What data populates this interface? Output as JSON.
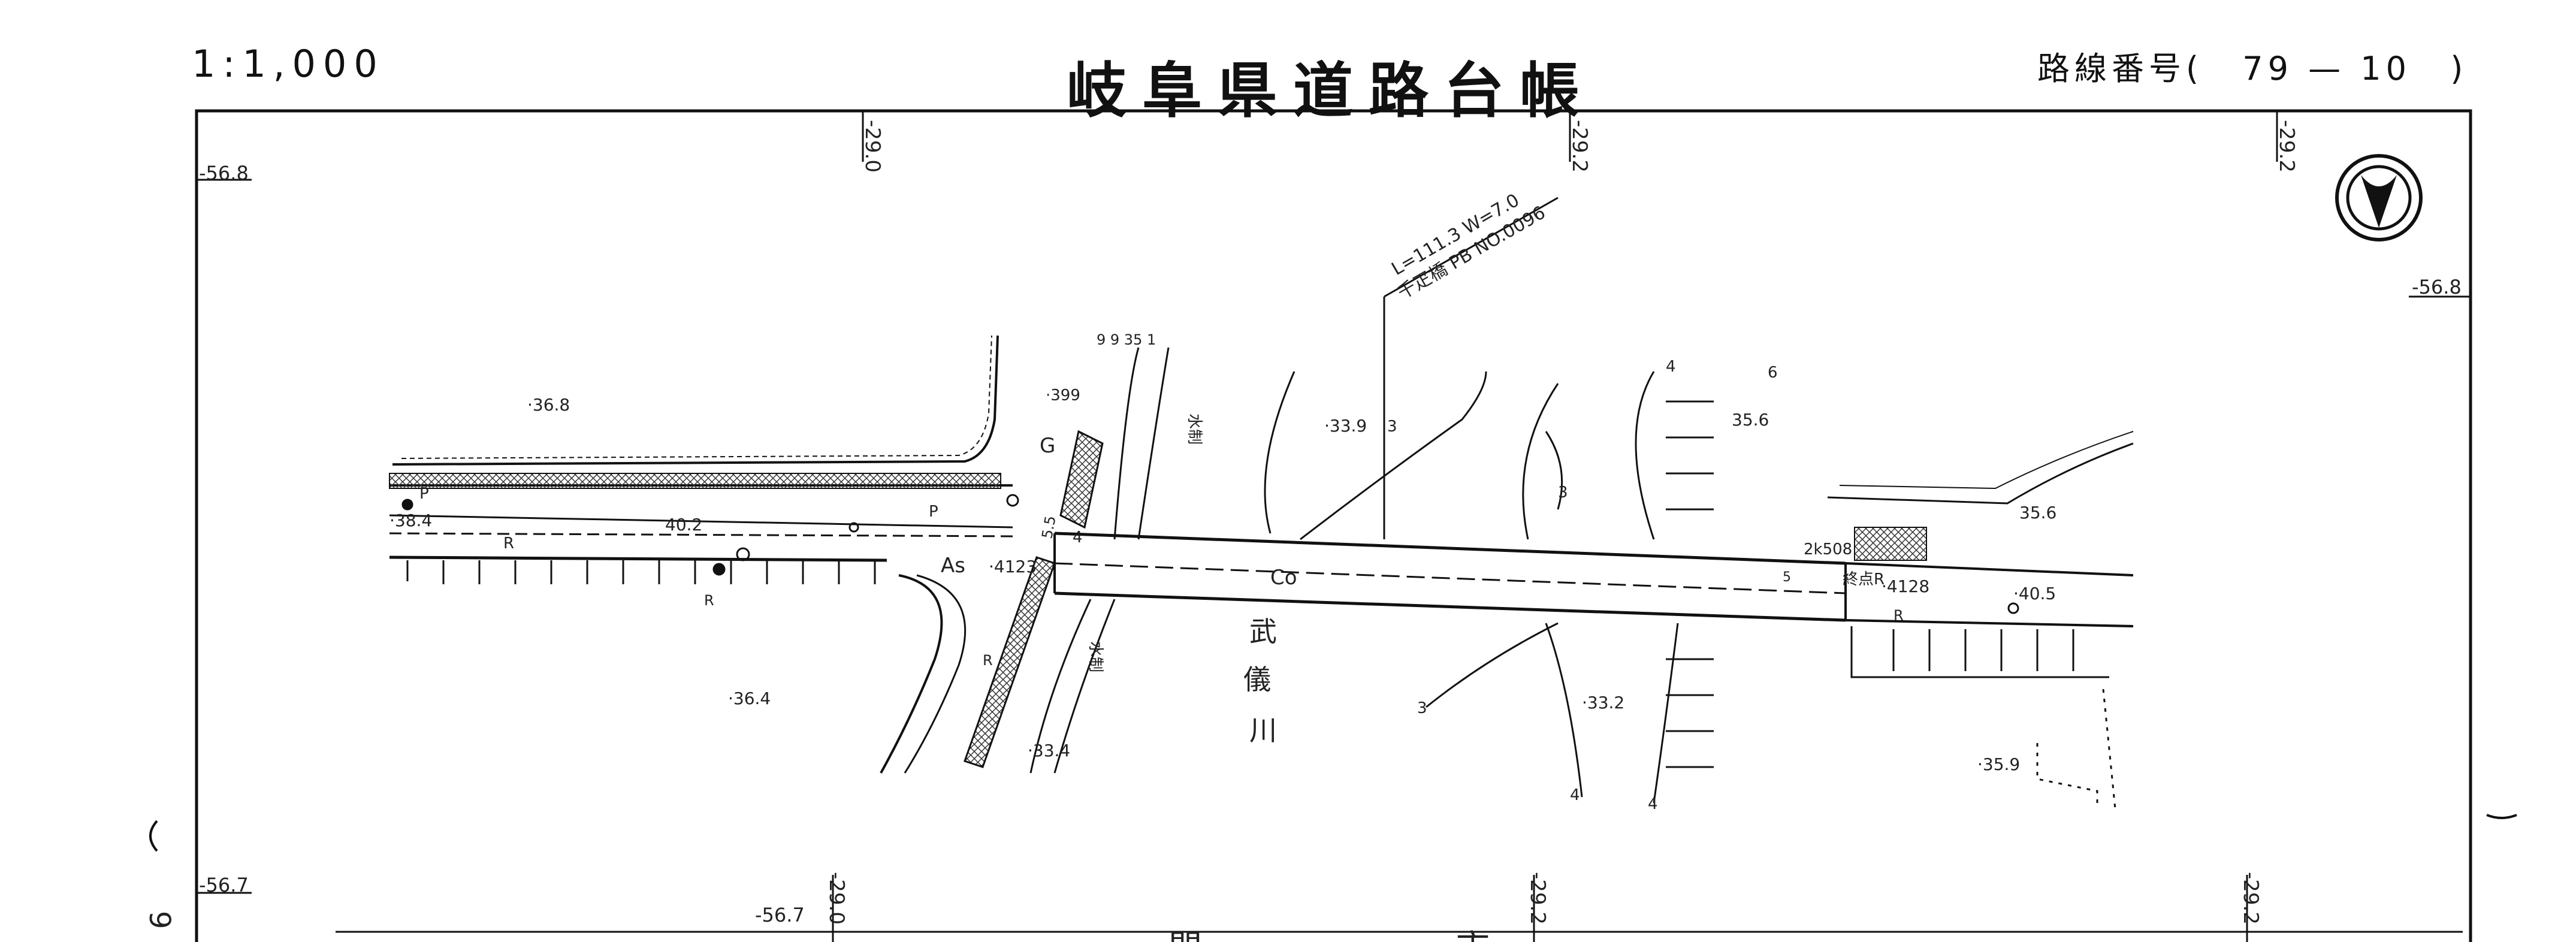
{
  "header": {
    "scale": "1:1,000",
    "title": "岐阜県道路台帳",
    "route_prefix": "路線番号(",
    "route_number": "79 — 10",
    "route_suffix": ")"
  },
  "map": {
    "grid_labels": {
      "x_top_left": "-29.0",
      "x_top_mid": "-29.2",
      "x_top_right": "-29.2",
      "y_upper_left": "-56.8",
      "y_upper_right": "-56.8",
      "y_lower_left": "-56.7",
      "y_lower_bottom": "-56.7",
      "x_bottom_left": "-29.0",
      "x_bottom_mid": "-29.2",
      "x_bottom_right": "-29.2"
    },
    "bridge_note_line1": "L=111.3 W=7.0",
    "bridge_note_line2": "千疋橋 PB NO.0096",
    "river_name": [
      "武",
      "儀",
      "川"
    ],
    "elevations": {
      "e368": "·36.8",
      "e384": "·38.4",
      "e402": "40.2",
      "e4123": "·4123",
      "e399": "·399",
      "e339": "·33.9",
      "e356a": "35.6",
      "e356b": "35.6",
      "e4128": "·4128",
      "e405": "·40.5",
      "e364": "·36.4",
      "e334": "·33.4",
      "e332": "·33.2",
      "e359": "·35.9"
    },
    "road_labels": {
      "as": "As",
      "co": "Co",
      "end_point": "終点R",
      "dist": "2k508",
      "g": "G",
      "p1": "P",
      "p2": "P",
      "r1": "R",
      "r2": "R",
      "r3": "R",
      "r4": "R",
      "water1": "水制",
      "water2": "水制",
      "top_nums": "9  9   35   1",
      "c4a": "4",
      "c4b": "4",
      "c4c": "4",
      "c4d": "4",
      "c3a": "3",
      "c3b": "3",
      "c3c": "3",
      "c6": "6",
      "c55": "5.5",
      "c5": "5"
    },
    "bottom_text": [
      "門",
      "市"
    ],
    "margin_mark": "9",
    "north_arrow": "north-arrow"
  }
}
